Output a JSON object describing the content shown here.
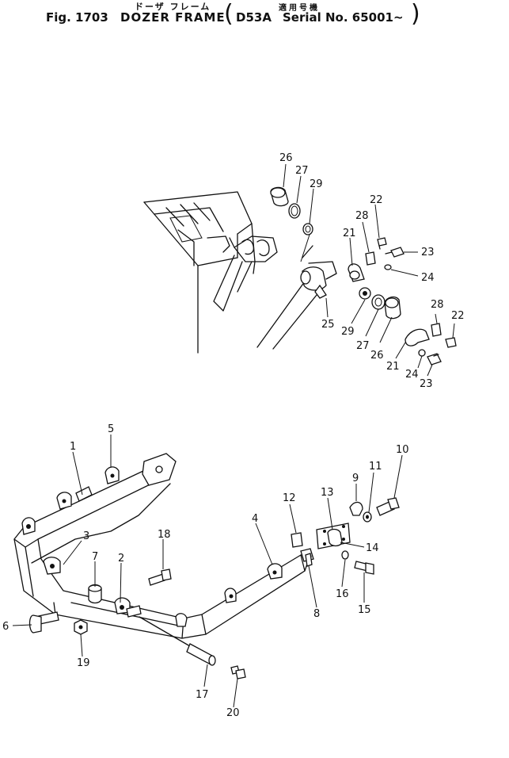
{
  "header": {
    "fig": "Fig. 1703",
    "title_kana": "ドーザ フレーム",
    "title": "DOZER FRAME",
    "paren_open": "(",
    "paren_close": ")",
    "applic_kana": "適用号機",
    "model": "D53A",
    "serial": "Serial No. 65001~"
  },
  "labels": {
    "l26a": "26",
    "l27a": "27",
    "l29a": "29",
    "l22a": "22",
    "l28a": "28",
    "l21a": "21",
    "l23a": "23",
    "l24a": "24",
    "l25": "25",
    "l29b": "29",
    "l27b": "27",
    "l26b": "26",
    "l28b": "28",
    "l22b": "22",
    "l21b": "21",
    "l24b": "24",
    "l23b": "23",
    "l5": "5",
    "l1": "1",
    "l3": "3",
    "l7": "7",
    "l2": "2",
    "l18": "18",
    "l6": "6",
    "l19": "19",
    "l17": "17",
    "l20": "20",
    "l4": "4",
    "l12": "12",
    "l13": "13",
    "l9": "9",
    "l11": "11",
    "l10": "10",
    "l14": "14",
    "l16": "16",
    "l15": "15",
    "l8": "8"
  }
}
